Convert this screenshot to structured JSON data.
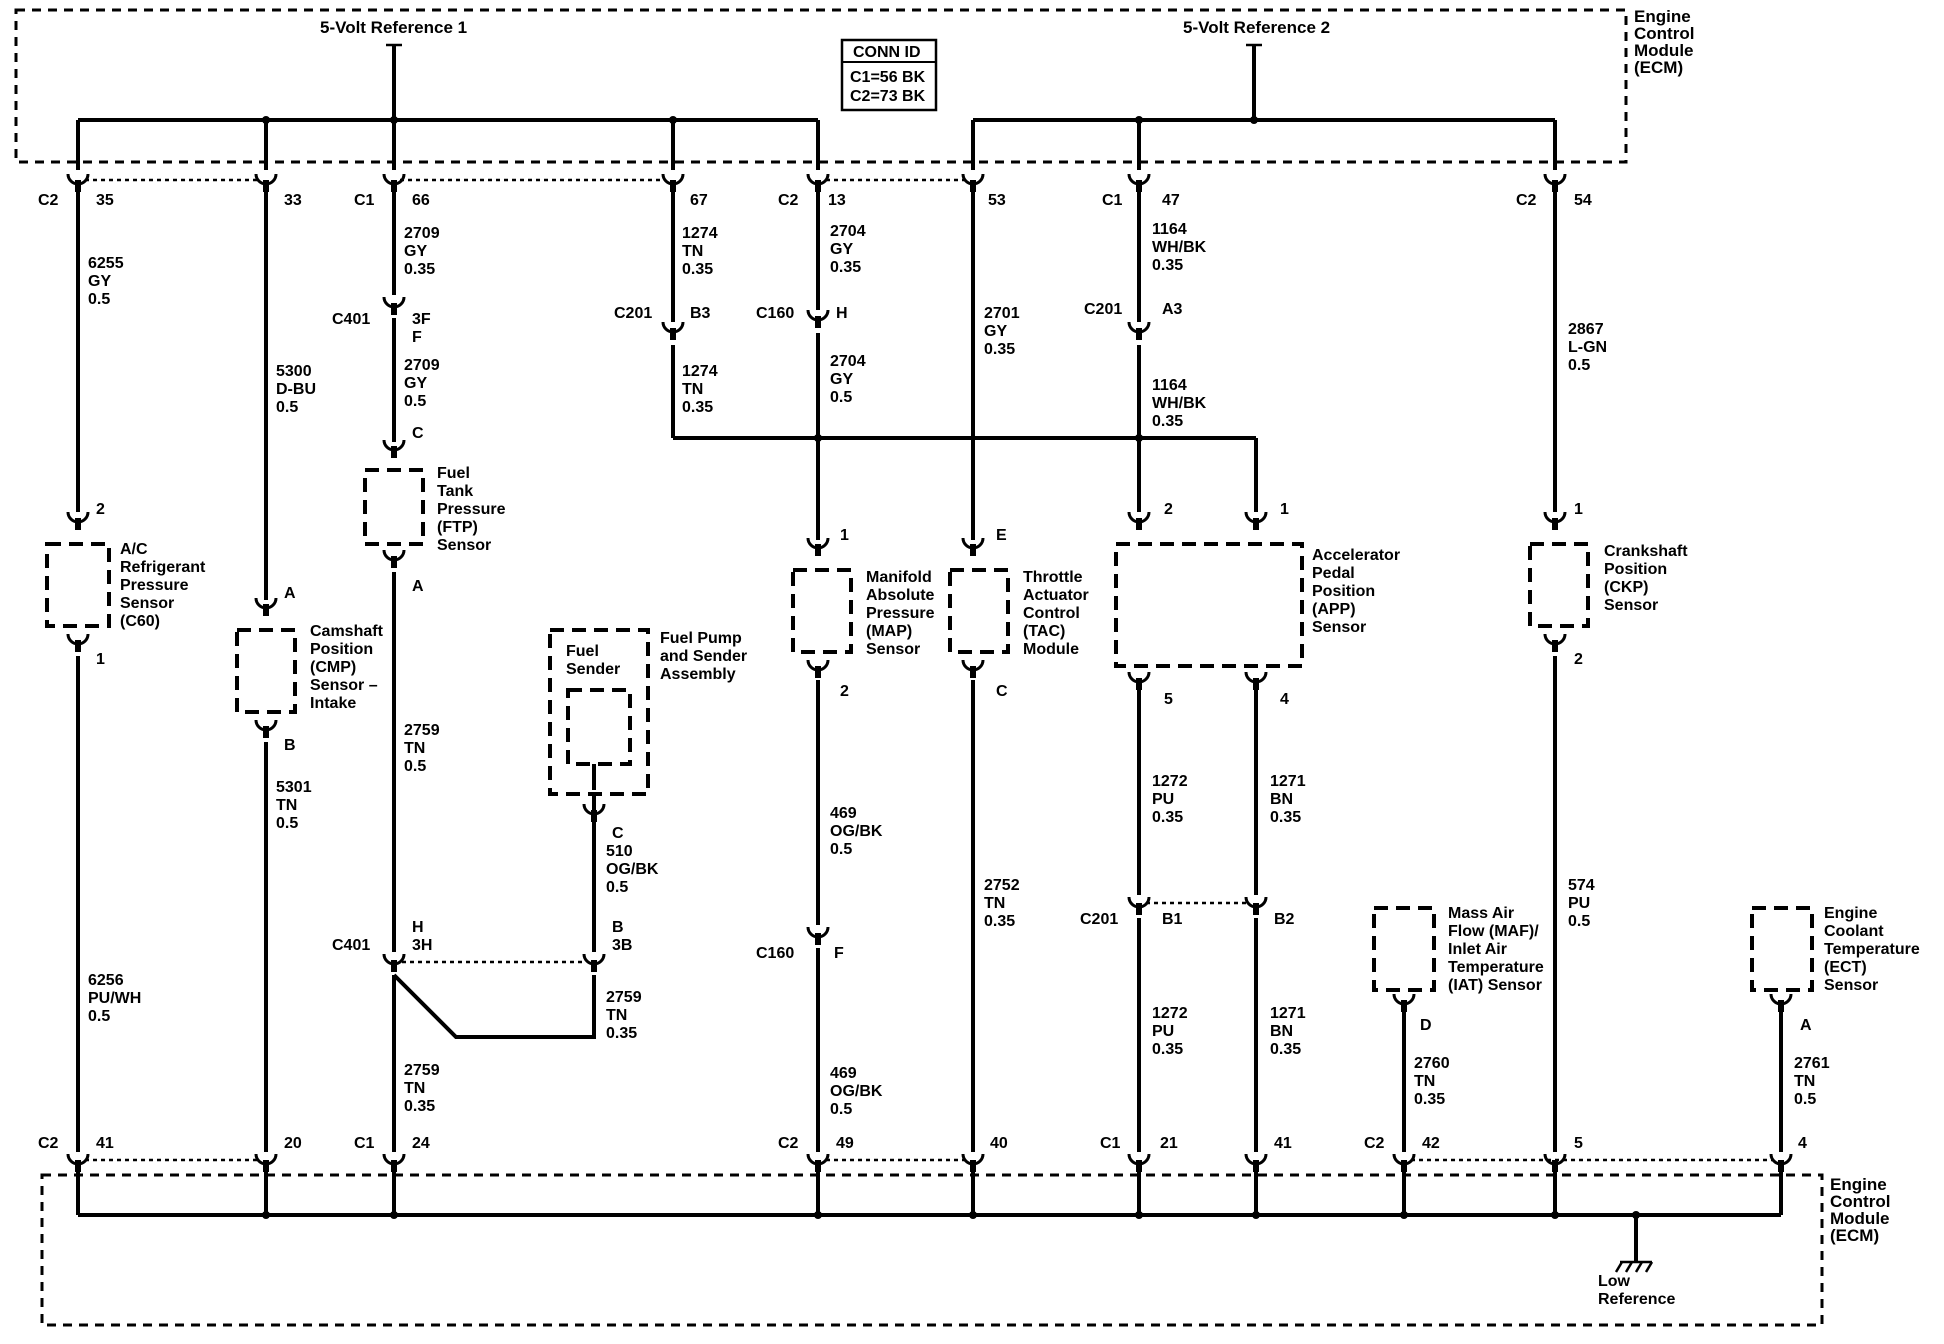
{
  "references": {
    "ref1": "5-Volt Reference 1",
    "ref2": "5-Volt Reference 2",
    "low": [
      "Low",
      "Reference"
    ]
  },
  "ecm": {
    "top": [
      "Engine",
      "Control",
      "Module",
      "(ECM)"
    ],
    "bottom": [
      "Engine",
      "Control",
      "Module",
      "(ECM)"
    ]
  },
  "conn_id": {
    "title": "CONN ID",
    "lines": [
      "C1=56 BK",
      "C2=73 BK"
    ]
  },
  "top_pins": [
    {
      "conn": "C2",
      "pin": "35"
    },
    {
      "conn": "",
      "pin": "33"
    },
    {
      "conn": "C1",
      "pin": "66"
    },
    {
      "conn": "",
      "pin": "67"
    },
    {
      "conn": "C2",
      "pin": "13"
    },
    {
      "conn": "",
      "pin": "53"
    },
    {
      "conn": "C1",
      "pin": "47"
    },
    {
      "conn": "C2",
      "pin": "54"
    }
  ],
  "bottom_pins": [
    {
      "conn": "C2",
      "pin": "41"
    },
    {
      "conn": "",
      "pin": "20"
    },
    {
      "conn": "C1",
      "pin": "24"
    },
    {
      "conn": "C2",
      "pin": "49"
    },
    {
      "conn": "",
      "pin": "40"
    },
    {
      "conn": "C1",
      "pin": "21"
    },
    {
      "conn": "",
      "pin": "41"
    },
    {
      "conn": "C2",
      "pin": "42"
    },
    {
      "conn": "",
      "pin": "5"
    },
    {
      "conn": "",
      "pin": "4"
    }
  ],
  "wires": [
    [
      "6255",
      "GY",
      "0.5"
    ],
    [
      "6256",
      "PU/WH",
      "0.5"
    ],
    [
      "5300",
      "D-BU",
      "0.5"
    ],
    [
      "5301",
      "TN",
      "0.5"
    ],
    [
      "2709",
      "GY",
      "0.35"
    ],
    [
      "2709",
      "GY",
      "0.5"
    ],
    [
      "2759",
      "TN",
      "0.5"
    ],
    [
      "2759",
      "TN",
      "0.35"
    ],
    [
      "1274",
      "TN",
      "0.35"
    ],
    [
      "1274",
      "TN",
      "0.35"
    ],
    [
      "2704",
      "GY",
      "0.35"
    ],
    [
      "2704",
      "GY",
      "0.5"
    ],
    [
      "469",
      "OG/BK",
      "0.5"
    ],
    [
      "469",
      "OG/BK",
      "0.5"
    ],
    [
      "2701",
      "GY",
      "0.35"
    ],
    [
      "2752",
      "TN",
      "0.35"
    ],
    [
      "1164",
      "WH/BK",
      "0.35"
    ],
    [
      "1164",
      "WH/BK",
      "0.35"
    ],
    [
      "1272",
      "PU",
      "0.35"
    ],
    [
      "1272",
      "PU",
      "0.35"
    ],
    [
      "1271",
      "BN",
      "0.35"
    ],
    [
      "1271",
      "BN",
      "0.35"
    ],
    [
      "2867",
      "L-GN",
      "0.5"
    ],
    [
      "574",
      "PU",
      "0.5"
    ],
    [
      "510",
      "OG/BK",
      "0.5"
    ],
    [
      "2759",
      "TN",
      "0.35"
    ],
    [
      "2760",
      "TN",
      "0.35"
    ],
    [
      "2761",
      "TN",
      "0.5"
    ]
  ],
  "inline_connectors": [
    {
      "name": "C401",
      "pins": [
        "3F",
        "F"
      ]
    },
    {
      "name": "C201",
      "pins": [
        "B3"
      ]
    },
    {
      "name": "C160",
      "pins": [
        "H"
      ]
    },
    {
      "name": "C201",
      "pins": [
        "A3"
      ]
    },
    {
      "name": "C401",
      "pins": [
        "H",
        "3H"
      ]
    },
    {
      "name": "",
      "pins": [
        "B",
        "3B"
      ]
    },
    {
      "name": "C160",
      "pins": [
        "F"
      ]
    },
    {
      "name": "C201",
      "pins": [
        "B1"
      ]
    },
    {
      "name": "",
      "pins": [
        "B2"
      ]
    }
  ],
  "components": {
    "ac": {
      "label": [
        "A/C",
        "Refrigerant",
        "Pressure",
        "Sensor",
        "(C60)"
      ],
      "pins": [
        "2",
        "1"
      ]
    },
    "cmp": {
      "label": [
        "Camshaft",
        "Position",
        "(CMP)",
        "Sensor –",
        "Intake"
      ],
      "pins": [
        "A",
        "B"
      ]
    },
    "ftp": {
      "label": [
        "Fuel",
        "Tank",
        "Pressure",
        "(FTP)",
        "Sensor"
      ],
      "pins": [
        "C",
        "A"
      ]
    },
    "fuel_pump": {
      "label": [
        "Fuel Pump",
        "and Sender",
        "Assembly"
      ],
      "inner": [
        "Fuel",
        "Sender"
      ],
      "pins": [
        "C"
      ]
    },
    "map": {
      "label": [
        "Manifold",
        "Absolute",
        "Pressure",
        "(MAP)",
        "Sensor"
      ],
      "pins": [
        "1",
        "2"
      ]
    },
    "tac": {
      "label": [
        "Throttle",
        "Actuator",
        "Control",
        "(TAC)",
        "Module"
      ],
      "pins": [
        "E",
        "C"
      ]
    },
    "app": {
      "label": [
        "Accelerator",
        "Pedal",
        "Position",
        "(APP)",
        "Sensor"
      ],
      "pins": [
        "2",
        "1",
        "5",
        "4"
      ]
    },
    "ckp": {
      "label": [
        "Crankshaft",
        "Position",
        "(CKP)",
        "Sensor"
      ],
      "pins": [
        "1",
        "2"
      ]
    },
    "maf": {
      "label": [
        "Mass Air",
        "Flow (MAF)/",
        "Inlet Air",
        "Temperature",
        "(IAT) Sensor"
      ],
      "pins": [
        "D"
      ]
    },
    "ect": {
      "label": [
        "Engine",
        "Coolant",
        "Temperature",
        "(ECT)",
        "Sensor"
      ],
      "pins": [
        "A"
      ]
    }
  }
}
